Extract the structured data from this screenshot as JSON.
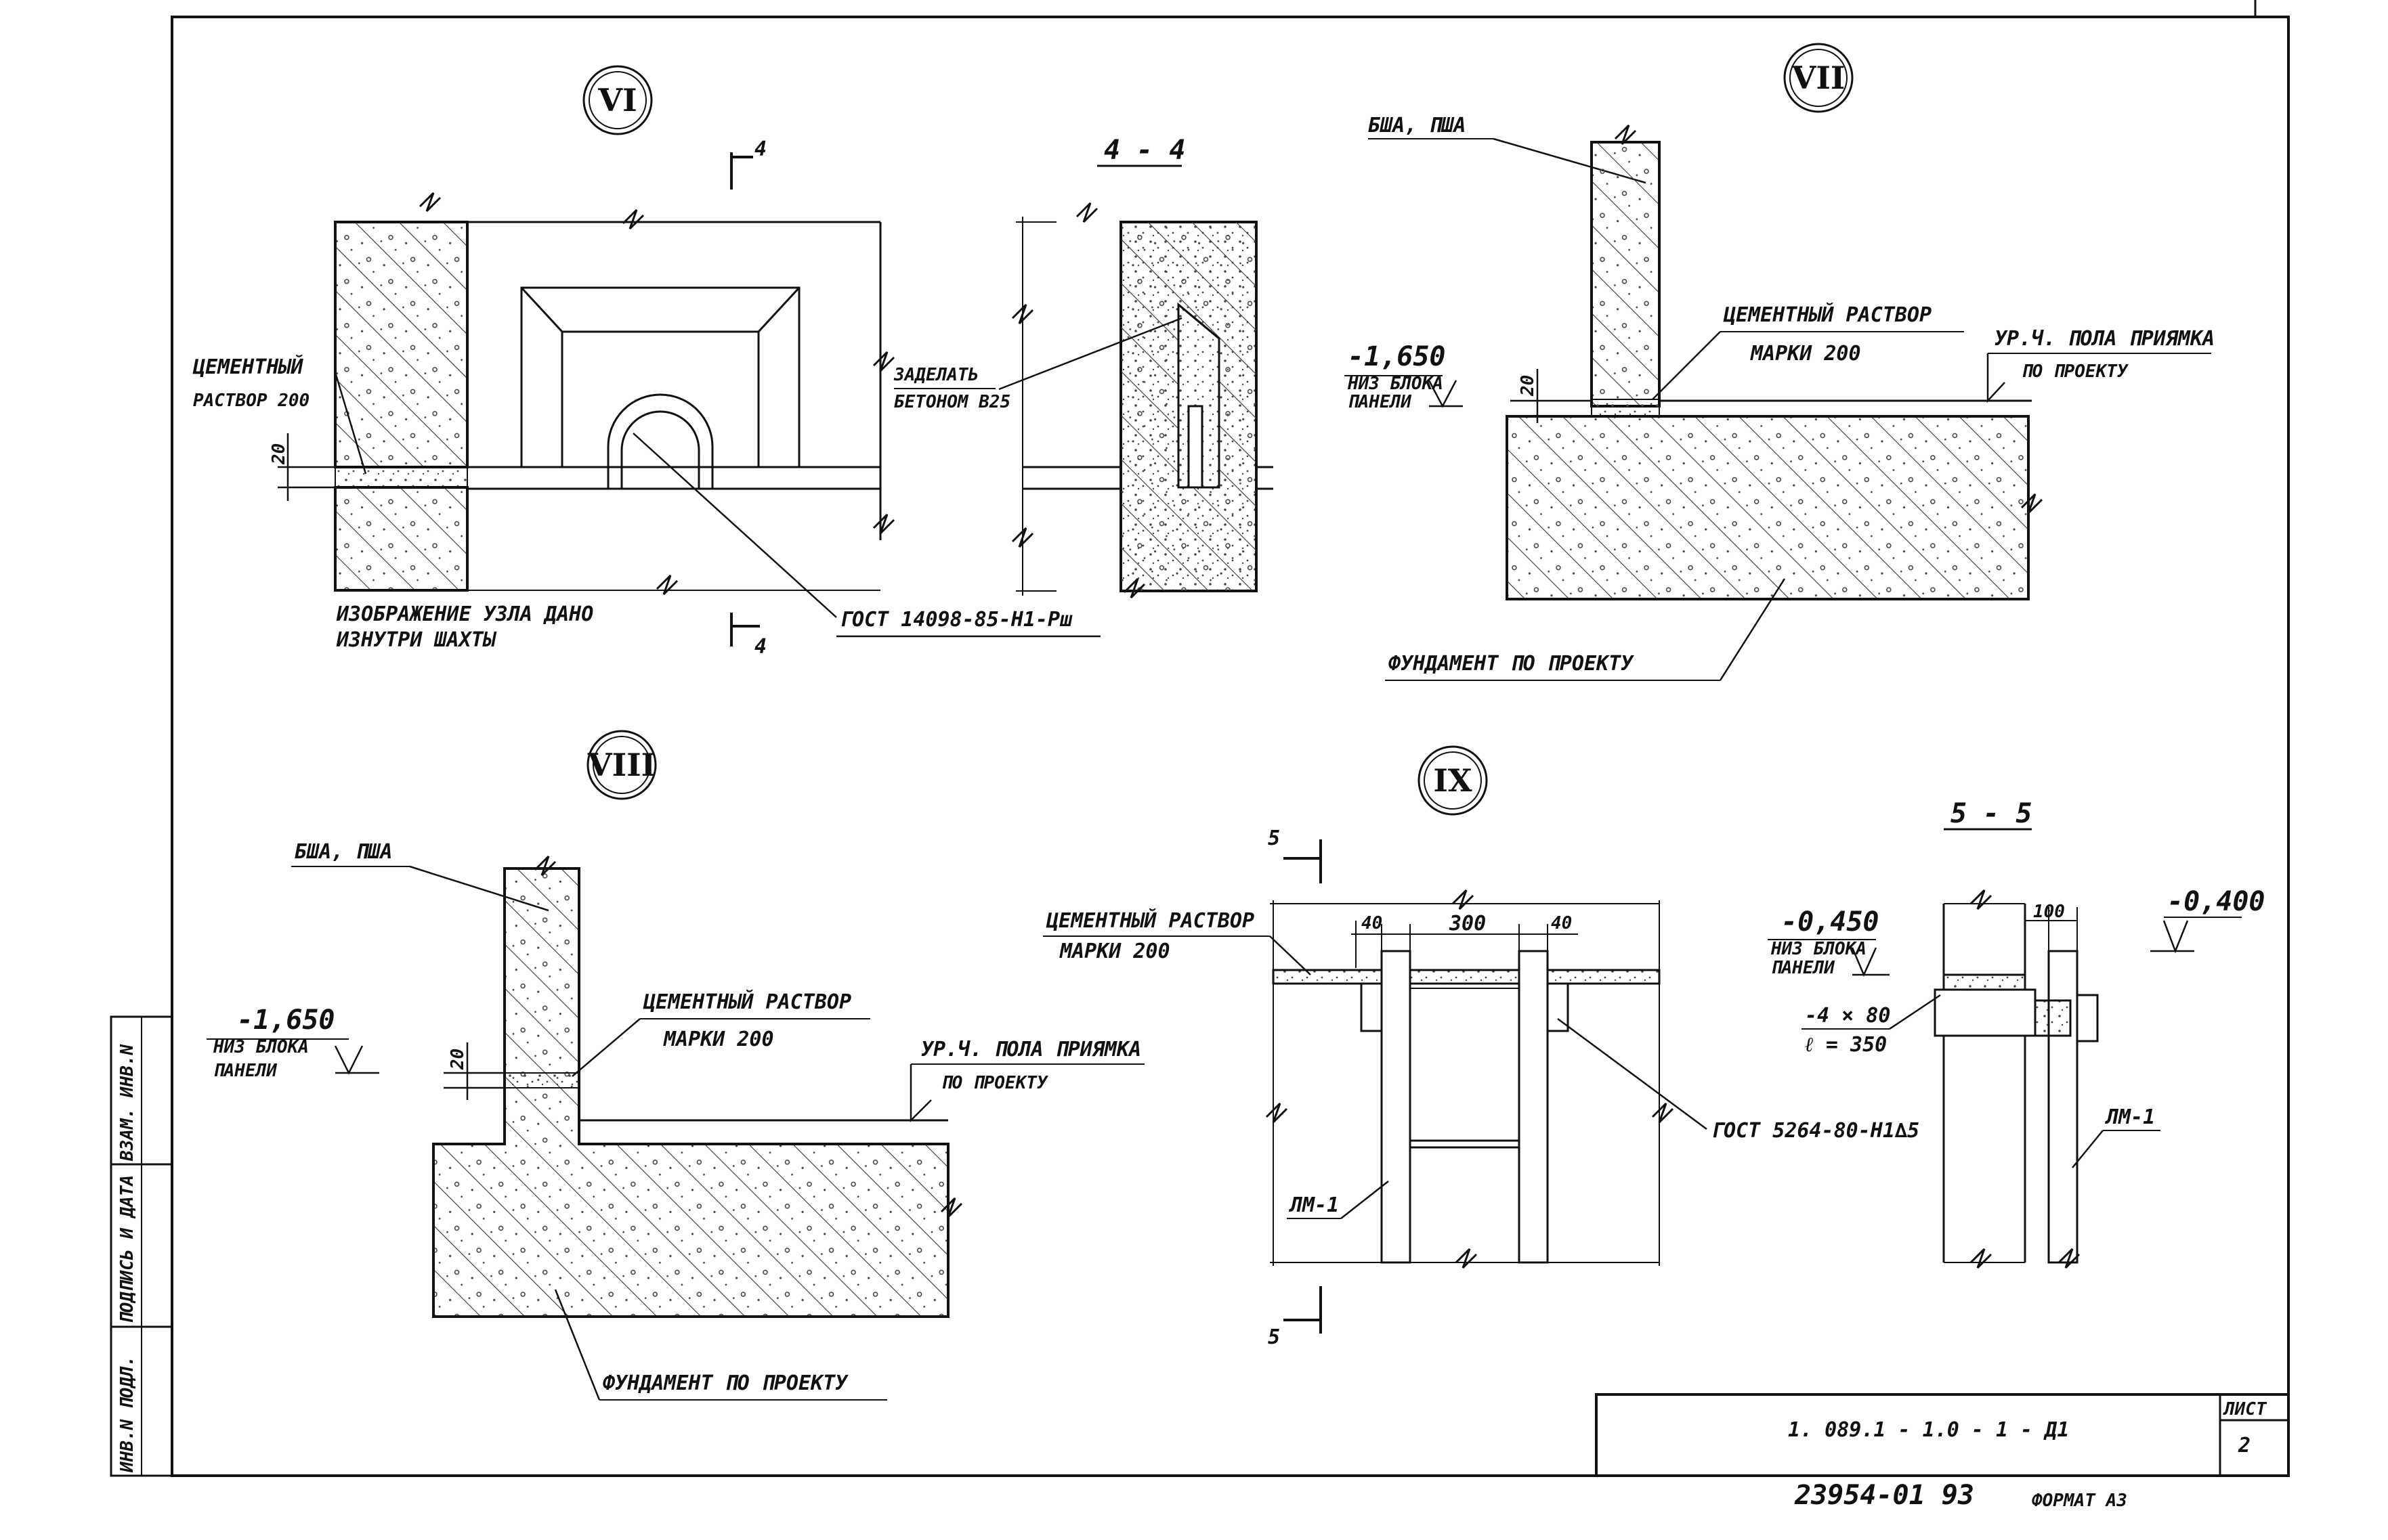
{
  "views": {
    "vi": {
      "roman": "VI",
      "section_mark_top": "4",
      "section_mark_bottom": "4",
      "label_mortar_1": "ЦЕМЕНТНЫЙ",
      "label_mortar_2": "РАСТВОР  200",
      "dim_20": "20",
      "note_1": "ИЗОБРАЖЕНИЕ УЗЛА ДАНО",
      "note_2": "ИЗНУТРИ ШАХТЫ"
    },
    "section_4_4": {
      "title": "4 - 4",
      "label_fill_1": "ЗАДЕЛАТЬ",
      "label_fill_2": "БЕТОНОМ В25",
      "gost": "ГОСТ 14098-85-Н1-Рш"
    },
    "vii": {
      "roman": "VII",
      "label_blocks": "БША, ПША",
      "label_mortar_1": "ЦЕМЕНТНЫЙ РАСТВОР",
      "label_mortar_2": "МАРКИ   200",
      "level": "-1,650",
      "level_note_1": "НИЗ БЛОКА",
      "level_note_2": "ПАНЕЛИ",
      "dim_20": "20",
      "floor_1": "УР.Ч. ПОЛА ПРИЯМКА",
      "floor_2": "ПО ПРОЕКТУ",
      "foundation": "ФУНДАМЕНТ ПО ПРОЕКТУ"
    },
    "viii": {
      "roman": "VIII",
      "label_blocks": "БША, ПША",
      "label_mortar_1": "ЦЕМЕНТНЫЙ РАСТВОР",
      "label_mortar_2": "МАРКИ   200",
      "level": "-1,650",
      "level_note_1": "НИЗ БЛОКА",
      "level_note_2": "ПАНЕЛИ",
      "dim_20": "20",
      "floor_1": "УР.Ч. ПОЛА ПРИЯМКА",
      "floor_2": "ПО ПРОЕКТУ",
      "foundation": "ФУНДАМЕНТ ПО ПРОЕКТУ"
    },
    "ix": {
      "roman": "IX",
      "section_mark_top": "5",
      "section_mark_bottom": "5",
      "label_mortar_1": "ЦЕМЕНТНЫЙ РАСТВОР",
      "label_mortar_2": "МАРКИ   200",
      "dim_40_left": "40",
      "dim_300": "300",
      "dim_40_right": "40",
      "gost": "ГОСТ 5264-80-Н1∆5",
      "ladder": "ЛМ-1"
    },
    "section_5_5": {
      "title": "5 - 5",
      "level_a": "-0,450",
      "level_note_1": "НИЗ БЛОКА",
      "level_note_2": "ПАНЕЛИ",
      "dim_100": "100",
      "level_b": "-0,400",
      "plate_1": "-4 × 80",
      "plate_2": "ℓ = 350",
      "ladder": "ЛМ-1"
    }
  },
  "side_stamp": {
    "cell_1": "ИНВ.N ПОДЛ.",
    "cell_2": "ПОДПИСЬ И ДАТА",
    "cell_3": "ВЗАМ. ИНВ.N"
  },
  "title_block": {
    "code": "1. 089.1  - 1.0  - 1 - Д1",
    "sheet_label": "ЛИСТ",
    "sheet_number": "2"
  },
  "bottom_note": "23954-01  93",
  "format": "ФОРМАТ А3"
}
